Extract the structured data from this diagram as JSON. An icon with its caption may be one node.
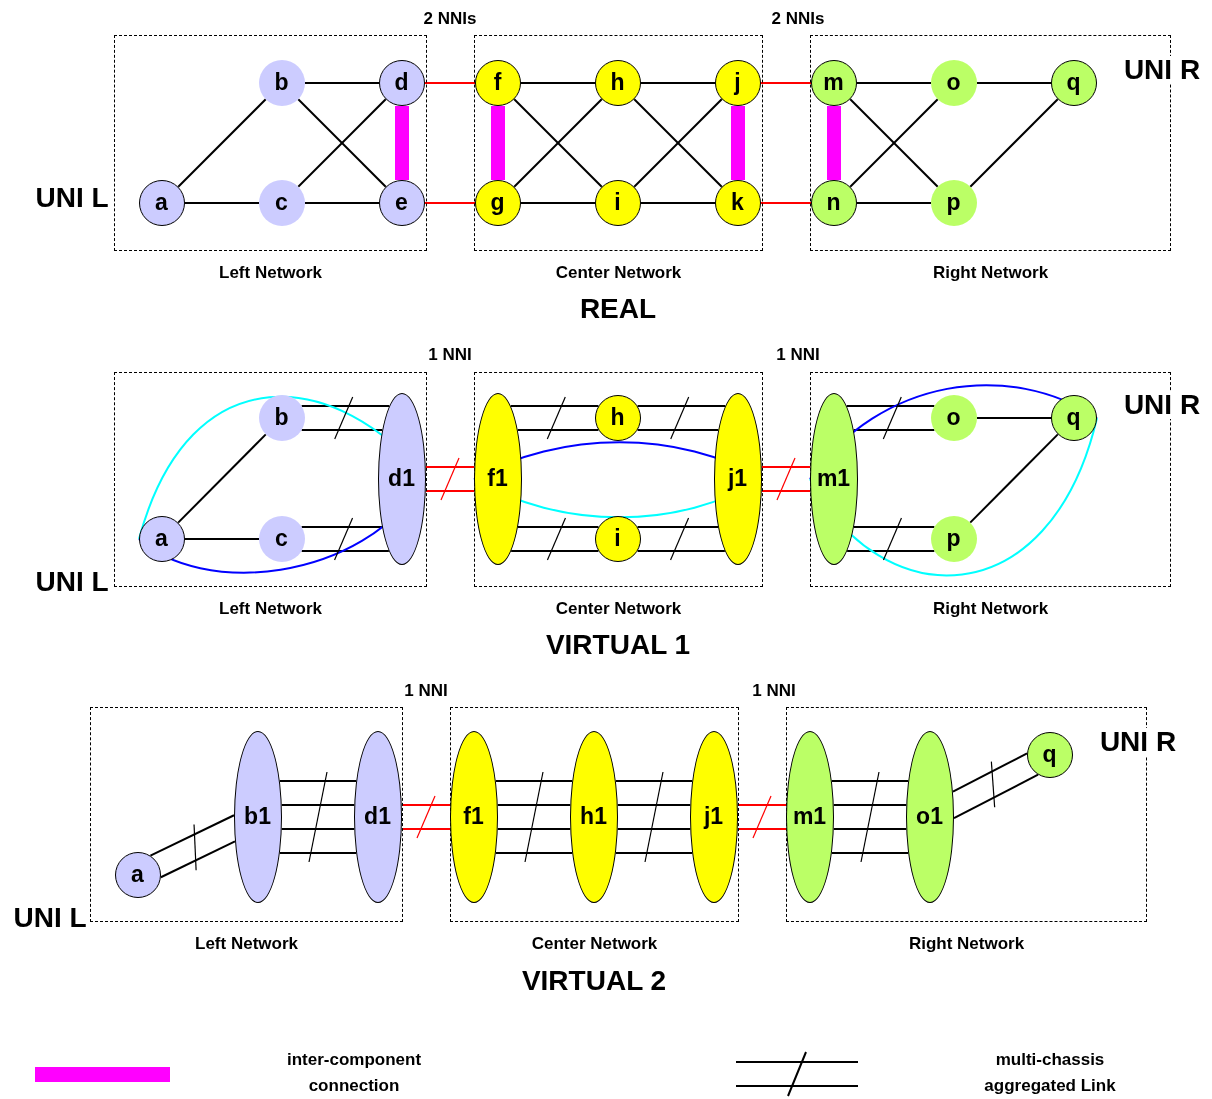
{
  "diagram": {
    "nodes": [
      {
        "text": [
          "Left Network"
        ]
      },
      {
        "text": [
          "a"
        ],
        "in": 0
      },
      {
        "text": [
          "b"
        ],
        "in": 0
      },
      {
        "text": [
          "c"
        ],
        "in": 0
      },
      {
        "text": [
          "d"
        ],
        "in": 0
      },
      {
        "text": [
          "e"
        ],
        "in": 0
      },
      {
        "text": [
          "Center Network"
        ]
      },
      {
        "text": [
          "f"
        ],
        "in": 6
      },
      {
        "text": [
          "g"
        ],
        "in": 6
      },
      {
        "text": [
          "h"
        ],
        "in": 6
      },
      {
        "text": [
          "i"
        ],
        "in": 6
      },
      {
        "text": [
          "j"
        ],
        "in": 6
      },
      {
        "text": [
          "k"
        ],
        "in": 6
      },
      {
        "text": [
          "Right Network"
        ]
      },
      {
        "text": [
          "m"
        ],
        "in": 13
      },
      {
        "text": [
          "n"
        ],
        "in": 13
      },
      {
        "text": [
          "o"
        ],
        "in": 13
      },
      {
        "text": [
          "p"
        ],
        "in": 13
      },
      {
        "text": [
          "q"
        ],
        "in": 13
      },
      {
        "text": [
          "Left Network"
        ]
      },
      {
        "text": [
          "a"
        ],
        "in": 19
      },
      {
        "text": [
          "b"
        ],
        "in": 19
      },
      {
        "text": [
          "c"
        ],
        "in": 19
      },
      {
        "text": [
          "d1"
        ],
        "in": 19
      },
      {
        "text": [
          "Center Network"
        ]
      },
      {
        "text": [
          "f1"
        ],
        "in": 24
      },
      {
        "text": [
          "h"
        ],
        "in": 24
      },
      {
        "text": [
          "i"
        ],
        "in": 24
      },
      {
        "text": [
          "j1"
        ],
        "in": 24
      },
      {
        "text": [
          "Right Network"
        ]
      },
      {
        "text": [
          "m1"
        ],
        "in": 29
      },
      {
        "text": [
          "o"
        ],
        "in": 29
      },
      {
        "text": [
          "p"
        ],
        "in": 29
      },
      {
        "text": [
          "q"
        ],
        "in": 29
      },
      {
        "text": [
          "Left Network"
        ]
      },
      {
        "text": [
          "a"
        ],
        "in": 34
      },
      {
        "text": [
          "b1"
        ],
        "in": 34
      },
      {
        "text": [
          "d1"
        ],
        "in": 34
      },
      {
        "text": [
          "Center Network"
        ]
      },
      {
        "text": [
          "f1"
        ],
        "in": 38
      },
      {
        "text": [
          "h1"
        ],
        "in": 38
      },
      {
        "text": [
          "j1"
        ],
        "in": 38
      },
      {
        "text": [
          "Right Network"
        ]
      },
      {
        "text": [
          "m1"
        ],
        "in": 42
      },
      {
        "text": [
          "o1"
        ],
        "in": 42
      },
      {
        "text": [
          "q"
        ],
        "in": 42
      }
    ],
    "edges": [
      {
        "from": 1,
        "to": 2,
        "arrow": "none"
      },
      {
        "from": 1,
        "to": 3,
        "arrow": "none"
      },
      {
        "from": 2,
        "to": 4,
        "arrow": "none"
      },
      {
        "from": 2,
        "to": 5,
        "arrow": "none"
      },
      {
        "from": 3,
        "to": 4,
        "arrow": "none"
      },
      {
        "from": 3,
        "to": 5,
        "arrow": "none"
      },
      {
        "from": 4,
        "to": 5,
        "arrow": "none",
        "style": "thick",
        "color": "#ff00ff"
      },
      {
        "from": 4,
        "to": 7,
        "arrow": "none",
        "color": "#ff0000"
      },
      {
        "from": 5,
        "to": 8,
        "arrow": "none",
        "color": "#ff0000"
      },
      {
        "from": 7,
        "to": 8,
        "arrow": "none",
        "style": "thick",
        "color": "#ff00ff"
      },
      {
        "from": 7,
        "to": 9,
        "arrow": "none"
      },
      {
        "from": 7,
        "to": 10,
        "arrow": "none"
      },
      {
        "from": 8,
        "to": 9,
        "arrow": "none"
      },
      {
        "from": 8,
        "to": 10,
        "arrow": "none"
      },
      {
        "from": 9,
        "to": 11,
        "arrow": "none"
      },
      {
        "from": 9,
        "to": 12,
        "arrow": "none"
      },
      {
        "from": 10,
        "to": 11,
        "arrow": "none"
      },
      {
        "from": 10,
        "to": 12,
        "arrow": "none"
      },
      {
        "from": 11,
        "to": 12,
        "arrow": "none",
        "style": "thick",
        "color": "#ff00ff"
      },
      {
        "from": 11,
        "to": 14,
        "arrow": "none",
        "color": "#ff0000"
      },
      {
        "from": 12,
        "to": 15,
        "arrow": "none",
        "color": "#ff0000"
      },
      {
        "from": 14,
        "to": 15,
        "arrow": "none",
        "style": "thick",
        "color": "#ff00ff"
      },
      {
        "from": 14,
        "to": 16,
        "arrow": "none"
      },
      {
        "from": 14,
        "to": 17,
        "arrow": "none"
      },
      {
        "from": 15,
        "to": 16,
        "arrow": "none"
      },
      {
        "from": 15,
        "to": 17,
        "arrow": "none"
      },
      {
        "from": 16,
        "to": 18,
        "arrow": "none"
      },
      {
        "from": 17,
        "to": 18,
        "arrow": "none"
      },
      {
        "from": 20,
        "to": 21,
        "arrow": "none"
      },
      {
        "from": 20,
        "to": 22,
        "arrow": "none"
      },
      {
        "from": 21,
        "to": 23,
        "arrow": "none"
      },
      {
        "from": 21,
        "to": 23,
        "arrow": "none"
      },
      {
        "from": 22,
        "to": 23,
        "arrow": "none"
      },
      {
        "from": 22,
        "to": 23,
        "arrow": "none"
      },
      {
        "from": 23,
        "to": 25,
        "arrow": "none",
        "color": "#ff0000"
      },
      {
        "from": 23,
        "to": 25,
        "arrow": "none",
        "color": "#ff0000"
      },
      {
        "from": 25,
        "to": 26,
        "arrow": "none"
      },
      {
        "from": 25,
        "to": 26,
        "arrow": "none"
      },
      {
        "from": 25,
        "to": 27,
        "arrow": "none"
      },
      {
        "from": 25,
        "to": 27,
        "arrow": "none"
      },
      {
        "from": 26,
        "to": 28,
        "arrow": "none"
      },
      {
        "from": 26,
        "to": 28,
        "arrow": "none"
      },
      {
        "from": 27,
        "to": 28,
        "arrow": "none"
      },
      {
        "from": 27,
        "to": 28,
        "arrow": "none"
      },
      {
        "from": 28,
        "to": 30,
        "arrow": "none",
        "color": "#ff0000"
      },
      {
        "from": 28,
        "to": 30,
        "arrow": "none",
        "color": "#ff0000"
      },
      {
        "from": 30,
        "to": 31,
        "arrow": "none"
      },
      {
        "from": 30,
        "to": 31,
        "arrow": "none"
      },
      {
        "from": 30,
        "to": 32,
        "arrow": "none"
      },
      {
        "from": 30,
        "to": 32,
        "arrow": "none"
      },
      {
        "from": 31,
        "to": 33,
        "arrow": "none"
      },
      {
        "from": 32,
        "to": 33,
        "arrow": "none"
      },
      {
        "from": 20,
        "to": 23,
        "arrow": "none",
        "color": "#00ffff"
      },
      {
        "from": 20,
        "to": 23,
        "arrow": "none",
        "color": "#0000ff"
      },
      {
        "from": 25,
        "to": 28,
        "arrow": "none",
        "color": "#0000ff"
      },
      {
        "from": 25,
        "to": 28,
        "arrow": "none",
        "color": "#00ffff"
      },
      {
        "from": 30,
        "to": 33,
        "arrow": "none",
        "color": "#0000ff"
      },
      {
        "from": 30,
        "to": 33,
        "arrow": "none",
        "color": "#00ffff"
      },
      {
        "from": 35,
        "to": 36,
        "arrow": "none"
      },
      {
        "from": 35,
        "to": 36,
        "arrow": "none"
      },
      {
        "from": 36,
        "to": 37,
        "arrow": "none"
      },
      {
        "from": 36,
        "to": 37,
        "arrow": "none"
      },
      {
        "from": 36,
        "to": 37,
        "arrow": "none"
      },
      {
        "from": 36,
        "to": 37,
        "arrow": "none"
      },
      {
        "from": 37,
        "to": 39,
        "arrow": "none",
        "color": "#ff0000"
      },
      {
        "from": 37,
        "to": 39,
        "arrow": "none",
        "color": "#ff0000"
      },
      {
        "from": 39,
        "to": 40,
        "arrow": "none"
      },
      {
        "from": 39,
        "to": 40,
        "arrow": "none"
      },
      {
        "from": 39,
        "to": 40,
        "arrow": "none"
      },
      {
        "from": 39,
        "to": 40,
        "arrow": "none"
      },
      {
        "from": 40,
        "to": 41,
        "arrow": "none"
      },
      {
        "from": 40,
        "to": 41,
        "arrow": "none"
      },
      {
        "from": 40,
        "to": 41,
        "arrow": "none"
      },
      {
        "from": 40,
        "to": 41,
        "arrow": "none"
      },
      {
        "from": 41,
        "to": 43,
        "arrow": "none",
        "color": "#ff0000"
      },
      {
        "from": 41,
        "to": 43,
        "arrow": "none",
        "color": "#ff0000"
      },
      {
        "from": 43,
        "to": 44,
        "arrow": "none"
      },
      {
        "from": 43,
        "to": 44,
        "arrow": "none"
      },
      {
        "from": 43,
        "to": 44,
        "arrow": "none"
      },
      {
        "from": 43,
        "to": 44,
        "arrow": "none"
      },
      {
        "from": 44,
        "to": 45,
        "arrow": "none"
      },
      {
        "from": 44,
        "to": 45,
        "arrow": "none"
      }
    ],
    "labels": [
      "2 NNIs",
      "2 NNIs",
      "UNI R",
      "UNI L",
      "REAL",
      "1 NNI",
      "1 NNI",
      "UNI R",
      "UNI L",
      "VIRTUAL 1",
      "1 NNI",
      "1 NNI",
      "UNI R",
      "UNI L",
      "VIRTUAL 2"
    ],
    "legend": [
      {
        "text": "inter-component connection",
        "color": "#ff00ff"
      },
      {
        "text": "multi-chassis aggregated Link"
      }
    ]
  }
}
